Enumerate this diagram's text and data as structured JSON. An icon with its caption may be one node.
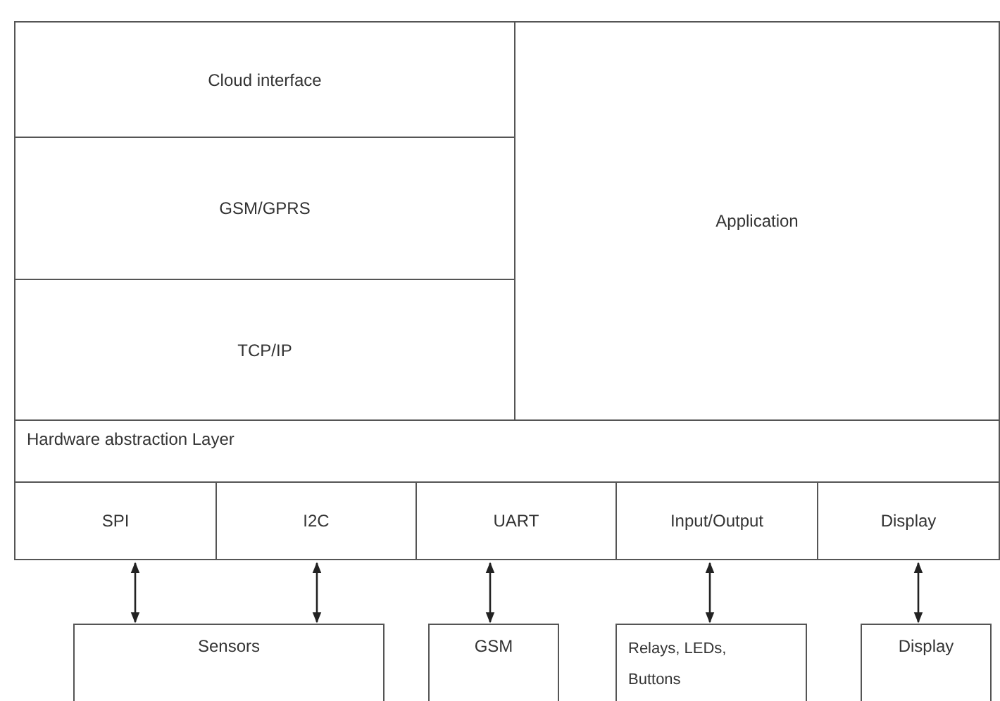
{
  "diagram": {
    "nodes": [
      {
        "text": [
          "Cloud interface"
        ]
      },
      {
        "text": [
          "GSM/GPRS"
        ]
      },
      {
        "text": [
          "TCP/IP"
        ]
      },
      {
        "text": [
          "Application"
        ]
      },
      {
        "text": [
          "Hardware abstraction Layer"
        ]
      },
      {
        "text": [
          "SPI"
        ]
      },
      {
        "text": [
          "I2C"
        ]
      },
      {
        "text": [
          "UART"
        ]
      },
      {
        "text": [
          "Input/Output"
        ]
      },
      {
        "text": [
          "Display"
        ]
      },
      {
        "text": [
          "Sensors"
        ]
      },
      {
        "text": [
          "GSM"
        ]
      },
      {
        "text": [
          "Relays, LEDs, Buttons"
        ]
      },
      {
        "text": [
          "Display"
        ]
      }
    ],
    "edges": [
      {
        "from": 5,
        "to": 10,
        "arrow": "both"
      },
      {
        "from": 6,
        "to": 10,
        "arrow": "both"
      },
      {
        "from": 7,
        "to": 11,
        "arrow": "both"
      },
      {
        "from": 8,
        "to": 12,
        "arrow": "both"
      },
      {
        "from": 9,
        "to": 13,
        "arrow": "both"
      }
    ]
  }
}
